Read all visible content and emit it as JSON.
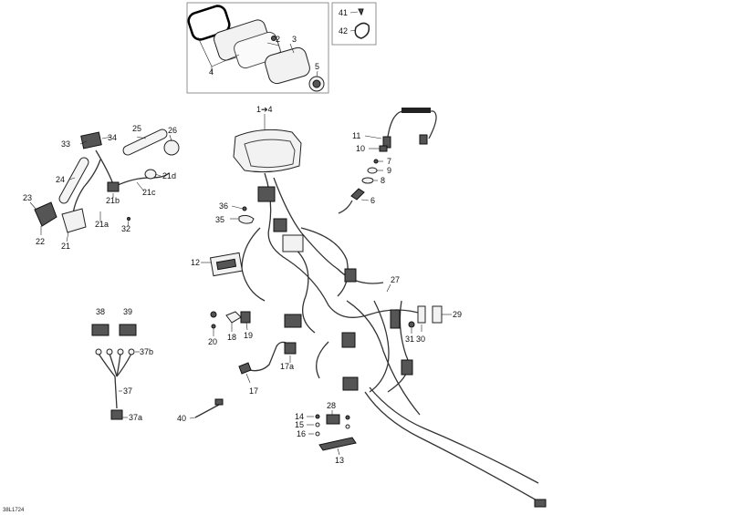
{
  "diagram_code": "38L1724",
  "callouts": [
    {
      "id": "c41",
      "text": "41"
    },
    {
      "id": "c42",
      "text": "42"
    },
    {
      "id": "c2",
      "text": "2"
    },
    {
      "id": "c3",
      "text": "3"
    },
    {
      "id": "c4",
      "text": "4"
    },
    {
      "id": "c5",
      "text": "5"
    },
    {
      "id": "c1to4",
      "text": "1➔4"
    },
    {
      "id": "c11",
      "text": "11"
    },
    {
      "id": "c10",
      "text": "10"
    },
    {
      "id": "c7",
      "text": "7"
    },
    {
      "id": "c9",
      "text": "9"
    },
    {
      "id": "c8",
      "text": "8"
    },
    {
      "id": "c6",
      "text": "6"
    },
    {
      "id": "c25",
      "text": "25"
    },
    {
      "id": "c26",
      "text": "26"
    },
    {
      "id": "c33",
      "text": "33"
    },
    {
      "id": "c34",
      "text": "34"
    },
    {
      "id": "c21d",
      "text": "21d"
    },
    {
      "id": "c24",
      "text": "24"
    },
    {
      "id": "c21c",
      "text": "21c"
    },
    {
      "id": "c21b",
      "text": "21b"
    },
    {
      "id": "c23",
      "text": "23"
    },
    {
      "id": "c21a",
      "text": "21a"
    },
    {
      "id": "c32",
      "text": "32"
    },
    {
      "id": "c22",
      "text": "22"
    },
    {
      "id": "c21",
      "text": "21"
    },
    {
      "id": "c36",
      "text": "36"
    },
    {
      "id": "c35",
      "text": "35"
    },
    {
      "id": "c12",
      "text": "12"
    },
    {
      "id": "c27",
      "text": "27"
    },
    {
      "id": "c29",
      "text": "29"
    },
    {
      "id": "c31",
      "text": "31"
    },
    {
      "id": "c30",
      "text": "30"
    },
    {
      "id": "c38",
      "text": "38"
    },
    {
      "id": "c39",
      "text": "39"
    },
    {
      "id": "c37b",
      "text": "37b"
    },
    {
      "id": "c37",
      "text": "37"
    },
    {
      "id": "c37a",
      "text": "37a"
    },
    {
      "id": "c18",
      "text": "18"
    },
    {
      "id": "c19",
      "text": "19"
    },
    {
      "id": "c20",
      "text": "20"
    },
    {
      "id": "c17a",
      "text": "17a"
    },
    {
      "id": "c17",
      "text": "17"
    },
    {
      "id": "c40",
      "text": "40"
    },
    {
      "id": "c28",
      "text": "28"
    },
    {
      "id": "c14",
      "text": "14"
    },
    {
      "id": "c15",
      "text": "15"
    },
    {
      "id": "c16",
      "text": "16"
    },
    {
      "id": "c13",
      "text": "13"
    }
  ]
}
